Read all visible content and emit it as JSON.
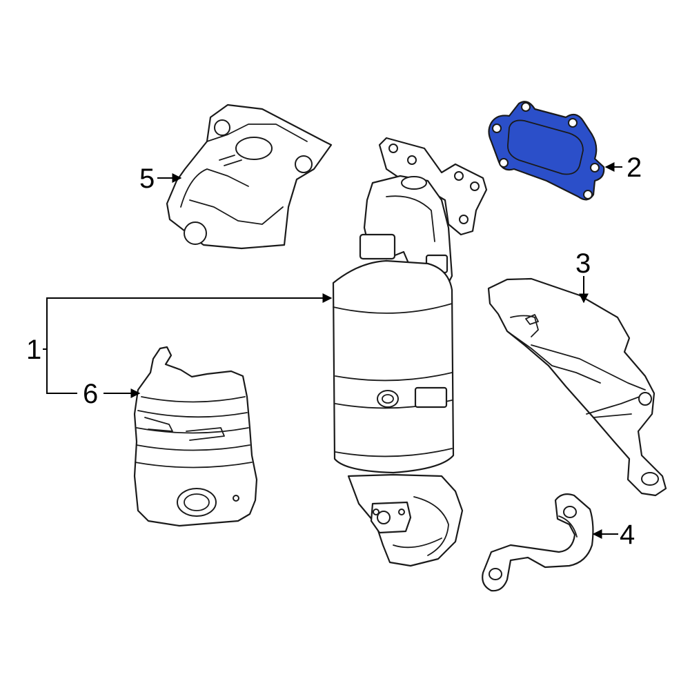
{
  "callouts": [
    {
      "id": "1",
      "label": "1"
    },
    {
      "id": "2",
      "label": "2"
    },
    {
      "id": "3",
      "label": "3"
    },
    {
      "id": "4",
      "label": "4"
    },
    {
      "id": "5",
      "label": "5"
    },
    {
      "id": "6",
      "label": "6"
    }
  ],
  "colors": {
    "highlight_fill": "#2b4fc9",
    "line": "#1a1a1a",
    "background": "#ffffff"
  },
  "highlighted_part": "2"
}
